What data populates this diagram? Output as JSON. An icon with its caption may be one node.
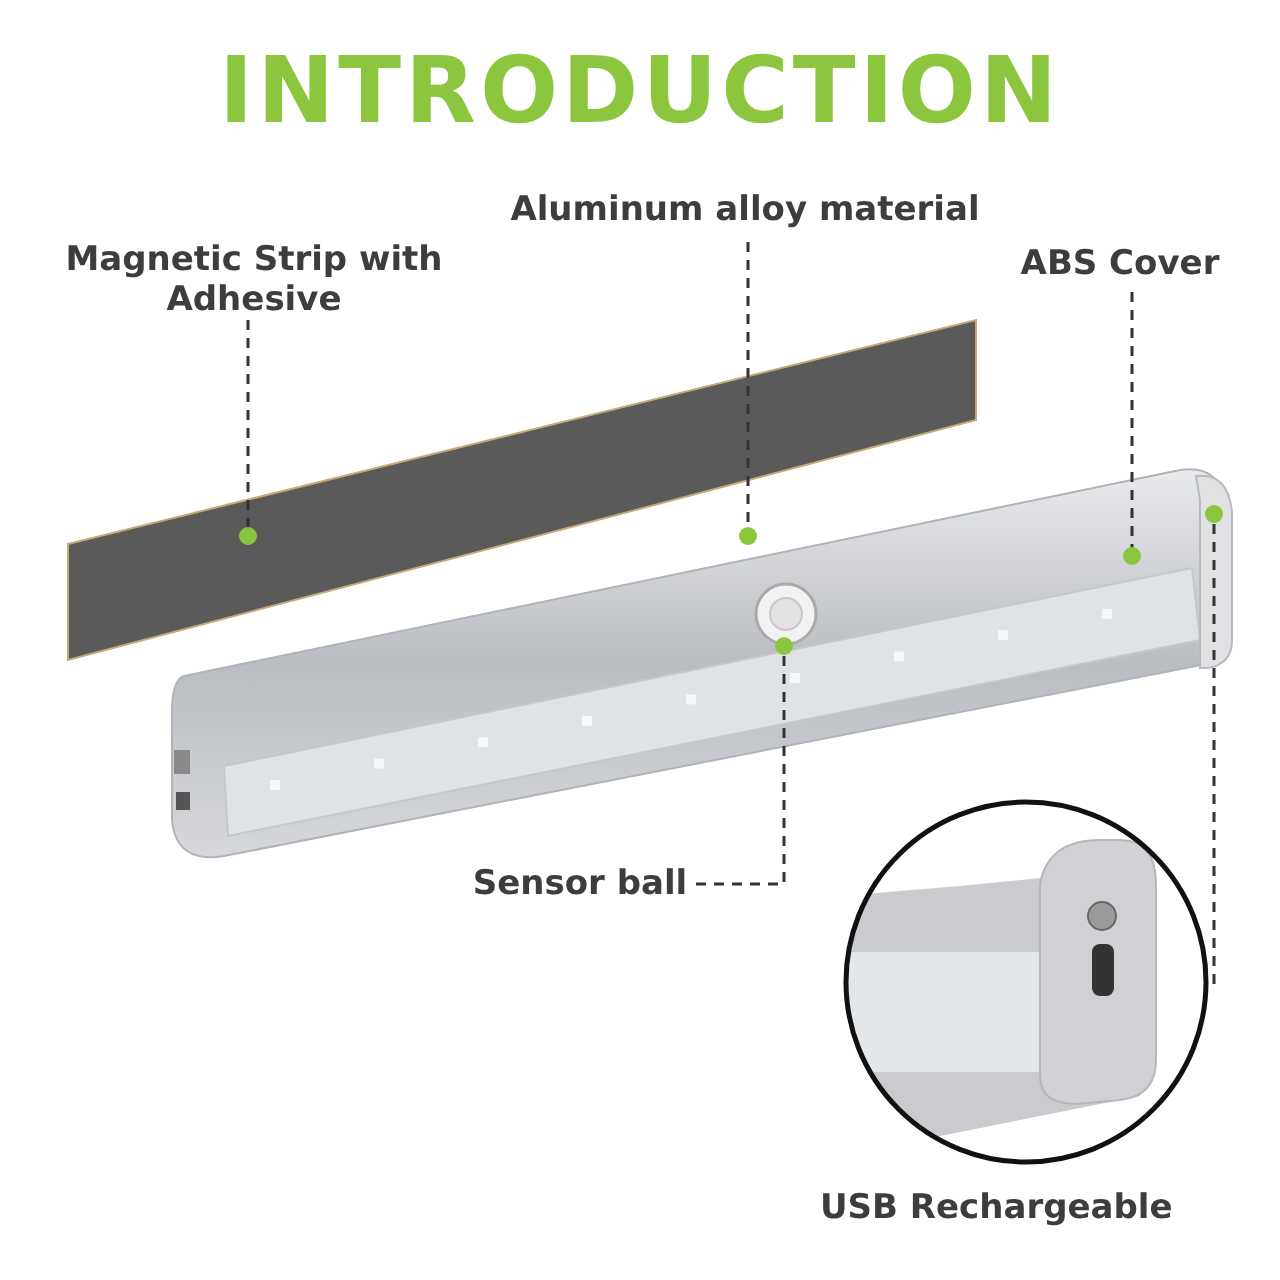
{
  "diagram": {
    "title": "INTRODUCTION",
    "nodes": [
      {
        "text": [
          "Magnetic Strip with Adhesive"
        ]
      },
      {
        "text": [
          "Aluminum alloy material"
        ]
      },
      {
        "text": [
          "ABS Cover"
        ]
      },
      {
        "text": [
          "Sensor ball"
        ]
      },
      {
        "text": [],
        "shape": "bar"
      },
      {
        "text": [],
        "shape": "bar"
      },
      {
        "text": [],
        "shape": "bar",
        "in": 5
      },
      {
        "text": [],
        "shape": "circle",
        "in": 5
      },
      {
        "text": [],
        "shape": "box",
        "in": 5
      },
      {
        "text": [
          "USB Rechargeable"
        ]
      }
    ],
    "edges": [
      {
        "from": 0,
        "to": 4,
        "arrow": "other",
        "style": "dashed"
      },
      {
        "from": 1,
        "to": 5,
        "arrow": "other",
        "style": "dashed"
      },
      {
        "from": 2,
        "to": 6,
        "arrow": "other",
        "style": "dashed"
      },
      {
        "from": 3,
        "to": 7,
        "arrow": "other",
        "style": "dashed"
      },
      {
        "from": 9,
        "to": 8,
        "arrow": "other",
        "style": "dashed"
      }
    ]
  }
}
